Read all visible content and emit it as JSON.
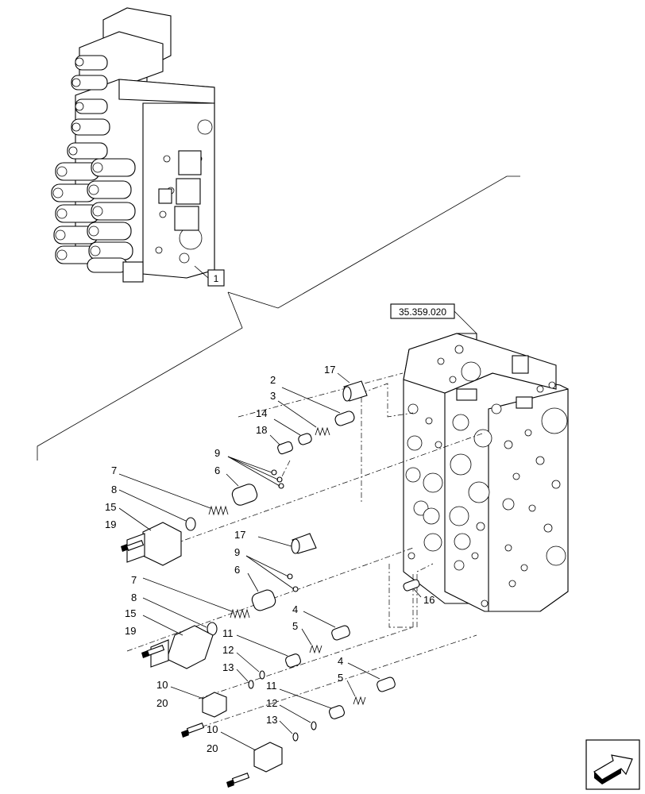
{
  "callouts": {
    "assembly_ref": "1",
    "section_ref": "35.359.020",
    "labels": {
      "l17a": "17",
      "l2": "2",
      "l3": "3",
      "l14": "14",
      "l18": "18",
      "l9a": "9",
      "l6a": "6",
      "l7a": "7",
      "l8a": "8",
      "l15a": "15",
      "l19a": "19",
      "l17b": "17",
      "l9b": "9",
      "l6b": "6",
      "l16": "16",
      "l7b": "7",
      "l8b": "8",
      "l15b": "15",
      "l19b": "19",
      "l4a": "4",
      "l5a": "5",
      "l11a": "11",
      "l12a": "12",
      "l13a": "13",
      "l10a": "10",
      "l20a": "20",
      "l4b": "4",
      "l5b": "5",
      "l11b": "11",
      "l12b": "12",
      "l13b": "13",
      "l10b": "10",
      "l20b": "20"
    }
  },
  "icons": {
    "navigation": "arrow-next-page-icon"
  }
}
